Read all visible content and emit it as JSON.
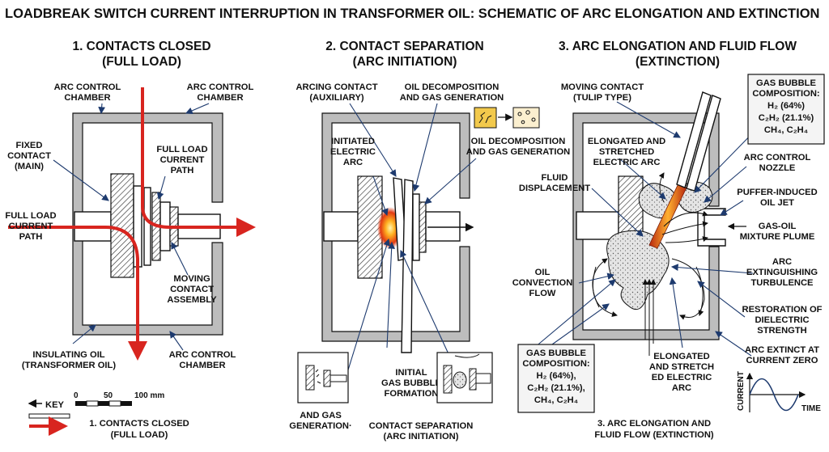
{
  "title": "LOADBREAK SWITCH CURRENT INTERRUPTION IN TRANSFORMER OIL: SCHEMATIC OF ARC ELONGATION AND EXTINCTION",
  "panels": [
    {
      "heading": [
        "1. CONTACTS CLOSED",
        "(FULL LOAD)"
      ],
      "labels": {
        "arc_chamber_left": [
          "ARC CONTROL",
          "CHAMBER"
        ],
        "arc_chamber_right": [
          "ARC CONTROL",
          "CHAMBER"
        ],
        "fixed_contact": [
          "FIXED",
          "CONTACT",
          "(MAIN)"
        ],
        "full_load_path_right": [
          "FULL LOAD",
          "CURRENT",
          "PATH"
        ],
        "full_load_path_left": [
          "FULL LOAD",
          "CURRENT",
          "PATH"
        ],
        "moving_contact": [
          "MOVING",
          "CONTACT",
          "ASSEMBLY"
        ],
        "insulating_oil": [
          "INSULATING OIL",
          "(TRANSFORMER OIL)"
        ],
        "arc_chamber_bottom": [
          "ARC CONTROL",
          "CHAMBER"
        ]
      }
    },
    {
      "heading": [
        "2. CONTACT SEPARATION",
        "(ARC INITIATION)"
      ],
      "labels": {
        "arcing_contact": [
          "ARCING CONTACT",
          "(AUXILIARY)"
        ],
        "oil_decomp_top": [
          "OIL DECOMPOSITION",
          "AND GAS GENERATION"
        ],
        "initiated_arc": [
          "INITIATED",
          "ELECTRIC",
          "ARC"
        ],
        "oil_decomp_side": [
          "OIL DECOMPOSITION",
          "AND GAS GENERATION"
        ],
        "initial_bubble": [
          "INITIAL",
          "GAS BUBBLE",
          "FORMATION"
        ],
        "and_gas": [
          "AND GAS",
          "GENERATION·"
        ]
      }
    },
    {
      "heading": [
        "3. ARC ELONGATION AND FLUID FLOW",
        "(EXTINCTION)"
      ],
      "labels": {
        "moving_contact": [
          "MOVING CONTACT",
          "(TULIP TYPE)"
        ],
        "elongated_arc": [
          "ELONGATED AND",
          "STRETCHED",
          "ELECTRIC ARC"
        ],
        "fluid_displacement": [
          "FLUID",
          "DISPLACEMENT"
        ],
        "arc_nozzle": [
          "ARC CONTROL",
          "NOZZLE"
        ],
        "puffer_jet": [
          "PUFFER-INDUCED",
          "OIL JET"
        ],
        "plume": [
          "GAS-OIL",
          "MIXTURE PLUME"
        ],
        "oil_convection": [
          "OIL",
          "CONVECTION",
          "FLOW"
        ],
        "turbulence": [
          "ARC",
          "EXTINGUISHING",
          "TURBULENCE"
        ],
        "restoration": [
          "RESTORATION OF",
          "DIELECTRIC",
          "STRENGTH"
        ],
        "arc_extinct": [
          "ARC EXTINCT AT",
          "CURRENT ZERO"
        ],
        "elongated_arc_bottom": [
          "ELONGATED",
          "AND STRETCH",
          "ED ELECTRIC",
          "ARC"
        ],
        "current_axis": "CURRENT",
        "time_axis": "TIME"
      }
    }
  ],
  "gas_box_top": {
    "title": [
      "GAS BUBBLE",
      "COMPOSITION:"
    ],
    "lines": [
      "H₂ (64%)",
      "C₂H₂ (21.1%)",
      "CH₄, C₂H₄"
    ]
  },
  "gas_box_bottom": {
    "title": [
      "GAS BUBBLE",
      "COMPOSITION:"
    ],
    "lines": [
      "H₂ (64%),",
      "C₂H₂ (21.1%),",
      "CH₄, C₂H₄"
    ]
  },
  "key": {
    "label": "KEY",
    "scale_ticks": [
      "0",
      "50",
      "100 mm"
    ],
    "legend_entry": [
      "1. CONTACTS CLOSED",
      "(FULL LOAD)"
    ]
  },
  "bottom_captions": {
    "contact_separation": [
      "CONTACT SEPARATION",
      "(ARC INITIATION)"
    ],
    "arc_elongation": [
      "3. ARC ELONGATION AND",
      "FLUID FLOW (EXTINCTION)"
    ]
  },
  "colors": {
    "current_path": "#d8251f",
    "arc_core": "#e8621a",
    "wall": "#bdbdbd",
    "leader": "#1d3a6e"
  }
}
